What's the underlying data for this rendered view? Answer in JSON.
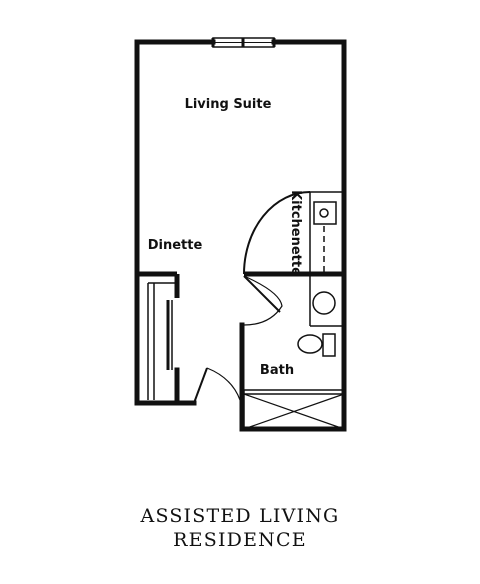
{
  "rooms": {
    "living_suite": "Living Suite",
    "dinette": "Dinette",
    "kitchenette": "Kitchenette",
    "bath": "Bath"
  },
  "caption": {
    "line1": "ASSISTED LIVING",
    "line2": "RESIDENCE"
  },
  "colors": {
    "wall": "#111111",
    "background": "#ffffff"
  }
}
